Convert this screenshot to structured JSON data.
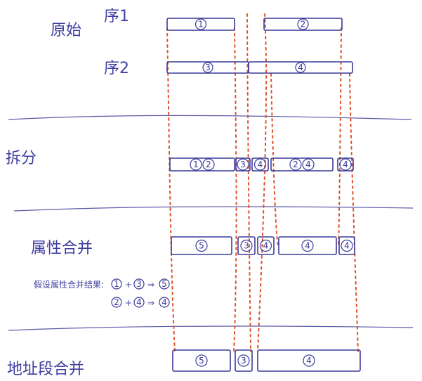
{
  "labels": {
    "original": "原始",
    "seq1": "序1",
    "seq2": "序2",
    "split": "拆分",
    "merge_attr": "属性合并",
    "merge_adjacent": "地址段合并"
  },
  "note": {
    "assume": "假设属性合并结果:",
    "eq1_a": "1",
    "eq1_plus": "+",
    "eq1_b": "3",
    "eq1_arrow": "⇒",
    "eq1_r": "5",
    "eq2_a": "2",
    "eq2_plus": "+",
    "eq2_b": "4",
    "eq2_arrow": "⇒",
    "eq2_r": "4"
  },
  "rows": {
    "seq1": [
      [
        "1"
      ],
      [
        "2"
      ]
    ],
    "seq2": [
      [
        "3"
      ],
      [
        "4"
      ]
    ],
    "split": [
      [
        "1",
        "2"
      ],
      [
        "3"
      ],
      [
        "4"
      ],
      [
        "2",
        "4"
      ],
      [
        "4"
      ]
    ],
    "merge_attr": [
      [
        "5"
      ],
      [
        "3"
      ],
      [
        "4"
      ],
      [
        "4"
      ],
      [
        "4"
      ]
    ],
    "merge_adjacent": [
      [
        "5"
      ],
      [
        "3"
      ],
      [
        "4"
      ]
    ]
  },
  "colors": {
    "ink": "#3a3a9a",
    "guide": "#e0522a"
  }
}
